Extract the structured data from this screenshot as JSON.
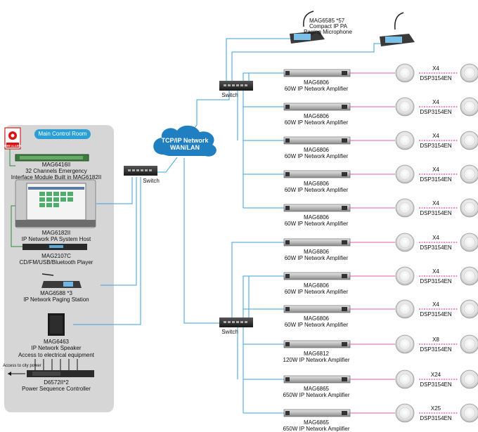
{
  "main_room": {
    "title": "Main Control Room"
  },
  "fire_alarm": {
    "label": "FIRE ALARM"
  },
  "devices": {
    "mag6416": {
      "model": "MAG6416II",
      "desc": "32 Channels Emergency",
      "desc2": "Interface Module Built in MAG6182II"
    },
    "mag6182": {
      "model": "MAG6182II",
      "desc": "IP Network PA System Host"
    },
    "mag2107": {
      "model": "MAG2107C",
      "desc": "CD/FM/USB/Bluetooth Player"
    },
    "mag6588": {
      "model": "MAG6588 *3",
      "desc": "IP Network Paging Station"
    },
    "mag6463": {
      "model": "MAG6463",
      "desc": "IP Network Speaker"
    },
    "power": {
      "title": "Access to electrical equipment",
      "city": "Access to city power",
      "model": "D6572II*2",
      "desc": "Power Sequence Controller"
    },
    "mag6585": {
      "model": "MAG6585 *57",
      "desc": "Compact IP PA",
      "desc2": "Paging Microphone"
    }
  },
  "switch_label": "Switch",
  "cloud": {
    "line1": "TCP/IP Network",
    "line2": "WAN/LAN"
  },
  "amp_rows": [
    {
      "model": "MAG6806",
      "desc": "60W IP Network Amplifier",
      "qty": "X4",
      "speaker": "DSP3154EN"
    },
    {
      "model": "MAG6806",
      "desc": "60W IP Network Amplifier",
      "qty": "X4",
      "speaker": "DSP3154EN"
    },
    {
      "model": "MAG6806",
      "desc": "60W IP Network Amplifier",
      "qty": "X4",
      "speaker": "DSP3154EN"
    },
    {
      "model": "MAG6806",
      "desc": "60W IP Network Amplifier",
      "qty": "X4",
      "speaker": "DSP3154EN"
    },
    {
      "model": "MAG6806",
      "desc": "60W IP Network Amplifier",
      "qty": "X4",
      "speaker": "DSP3154EN"
    },
    {
      "model": "MAG6806",
      "desc": "60W IP Network Amplifier",
      "qty": "X4",
      "speaker": "DSP3154EN"
    },
    {
      "model": "MAG6806",
      "desc": "60W IP Network Amplifier",
      "qty": "X4",
      "speaker": "DSP3154EN"
    },
    {
      "model": "MAG6806",
      "desc": "60W IP Network Amplifier",
      "qty": "X4",
      "speaker": "DSP3154EN"
    },
    {
      "model": "MAG6812",
      "desc": "120W IP Network  Amplifier",
      "qty": "X8",
      "speaker": "DSP3154EN"
    },
    {
      "model": "MAG6865",
      "desc": "650W IP Network  Amplifier",
      "qty": "X24",
      "speaker": "DSP3154EN"
    },
    {
      "model": "MAG6865",
      "desc": "650W IP Network  Amplifier",
      "qty": "X25",
      "speaker": "DSP3154EN"
    }
  ],
  "colors": {
    "cable": "#3aa0d8",
    "green": "#2e8b3c",
    "pink": "#e0208a",
    "room": "#d6d6d6",
    "cloud": "#1f7fc0"
  }
}
